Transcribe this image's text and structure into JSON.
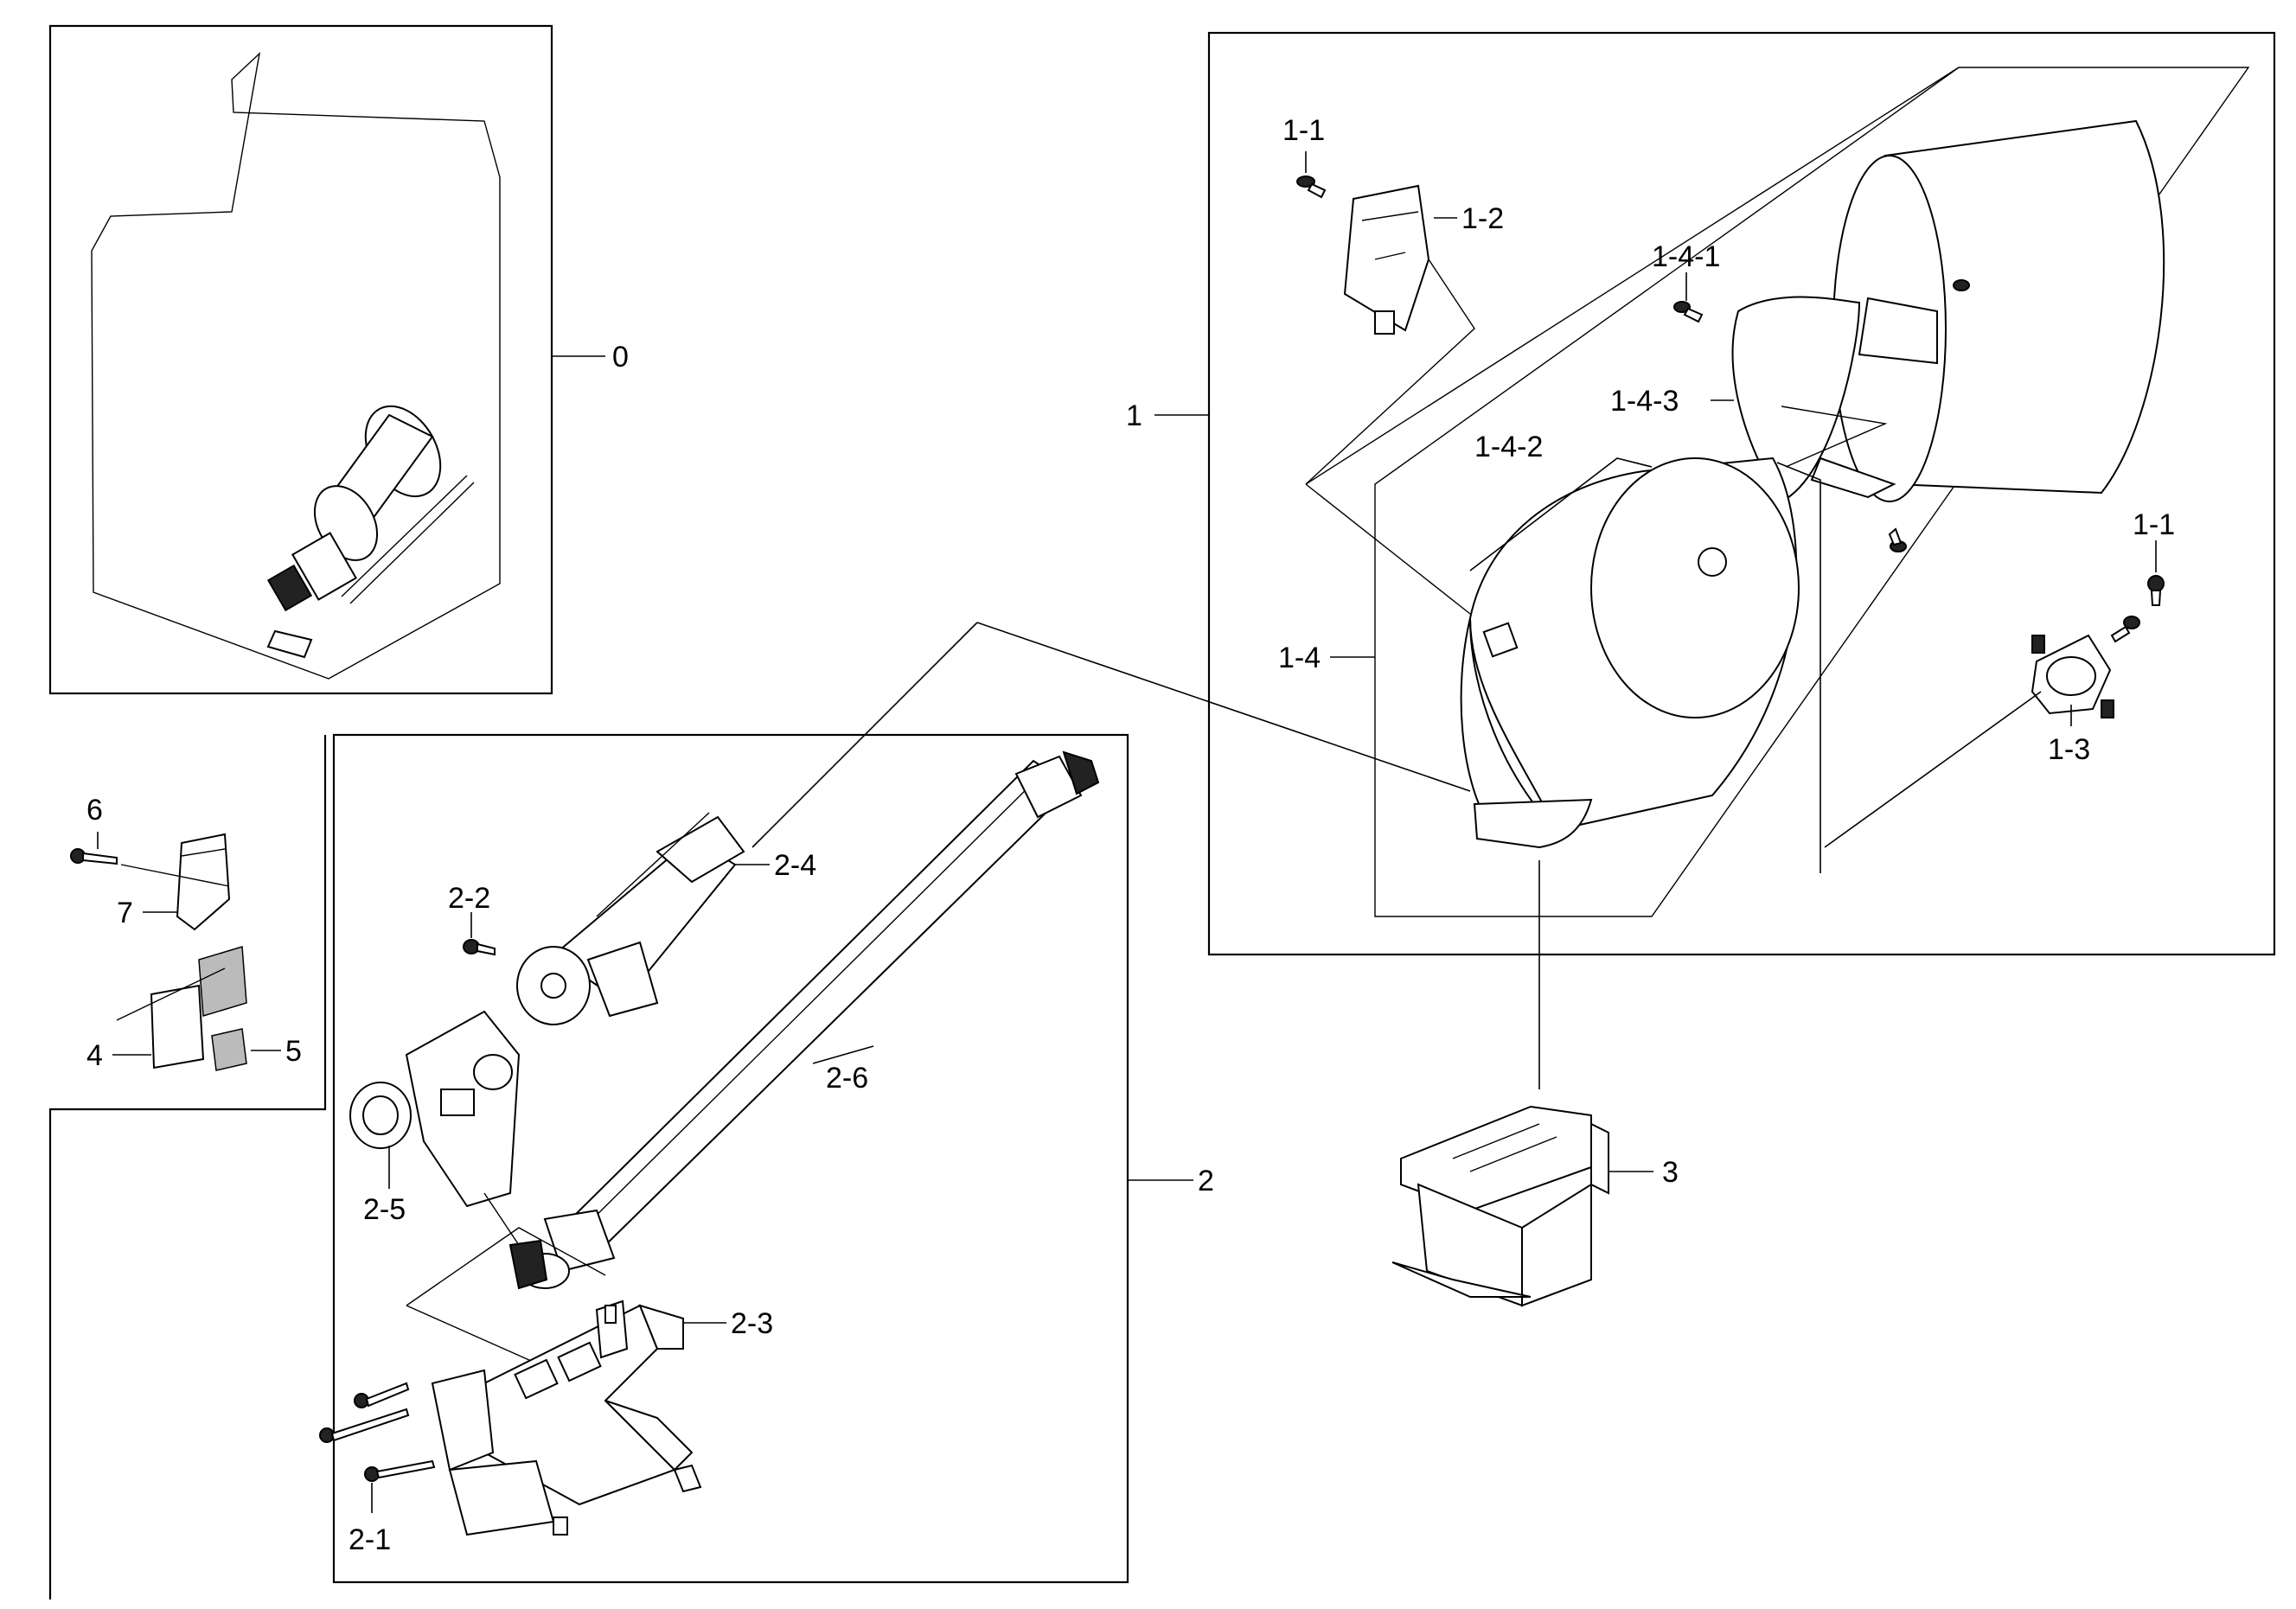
{
  "diagram": {
    "callouts": {
      "c0": "0",
      "c1": "1",
      "c1_1a": "1-1",
      "c1_1b": "1-1",
      "c1_2": "1-2",
      "c1_3": "1-3",
      "c1_4": "1-4",
      "c1_4_1": "1-4-1",
      "c1_4_2": "1-4-2",
      "c1_4_3": "1-4-3",
      "c2": "2",
      "c2_1": "2-1",
      "c2_2": "2-2",
      "c2_3": "2-3",
      "c2_4": "2-4",
      "c2_5": "2-5",
      "c2_6": "2-6",
      "c3": "3",
      "c4": "4",
      "c5": "5",
      "c6": "6",
      "c7": "7"
    }
  }
}
